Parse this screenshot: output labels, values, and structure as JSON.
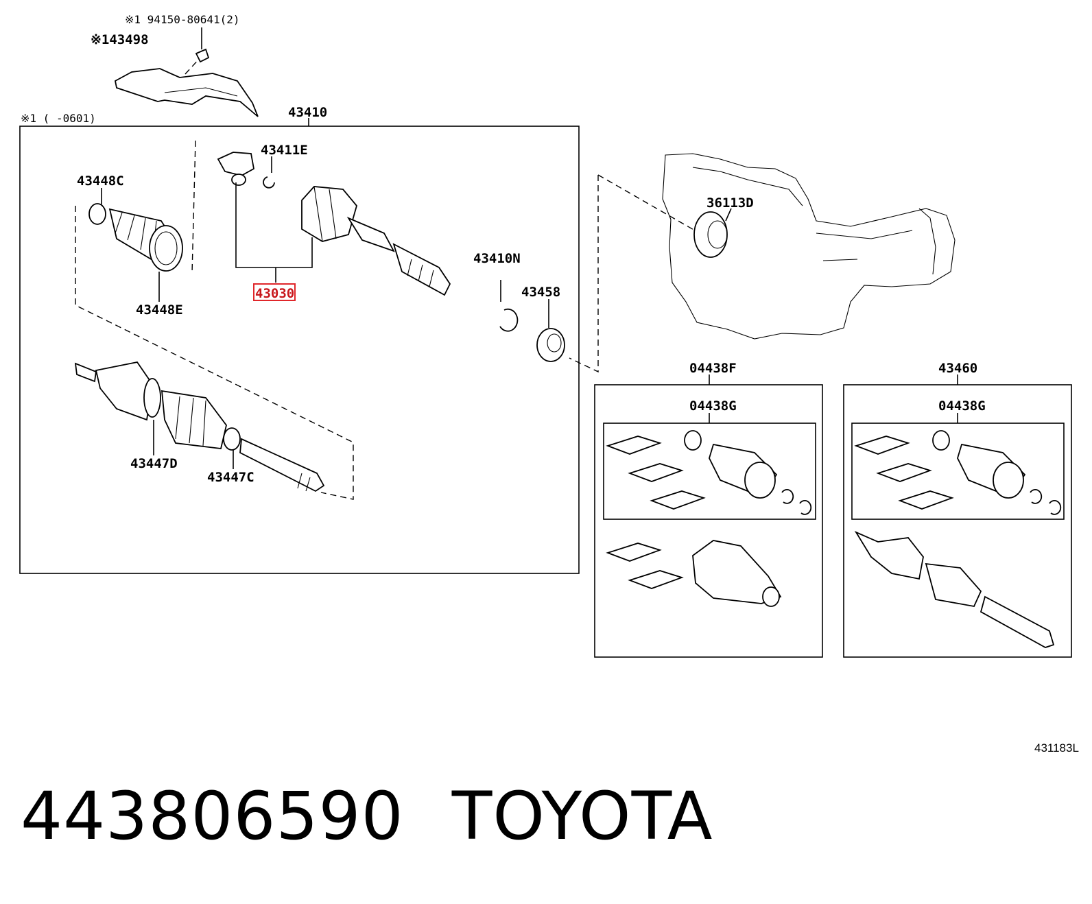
{
  "labels": {
    "note_bolt": "※1 94150-80641(2)",
    "shield": "※143498",
    "box_note": "※1 (     -0601)",
    "shaft_assy": "43410",
    "tripod_clip": "43411E",
    "boot_clamp_small": "43448C",
    "boot_clamp_large": "43448E",
    "inboard_joint_highlight": "43030",
    "snap_ring": "43410N",
    "oil_seal": "43458",
    "bearing": "36113D",
    "outboard_boot": "43447D",
    "outboard_clamp": "43447C",
    "boot_kit_f": "04438F",
    "boot_kit_g1": "04438G",
    "shaft_kit": "43460",
    "boot_kit_g2": "04438G"
  },
  "diagram_code": "431183L",
  "footer": {
    "part_number": "443806590",
    "brand": "TOYOTA"
  },
  "colors": {
    "highlight": "#e0262a"
  }
}
